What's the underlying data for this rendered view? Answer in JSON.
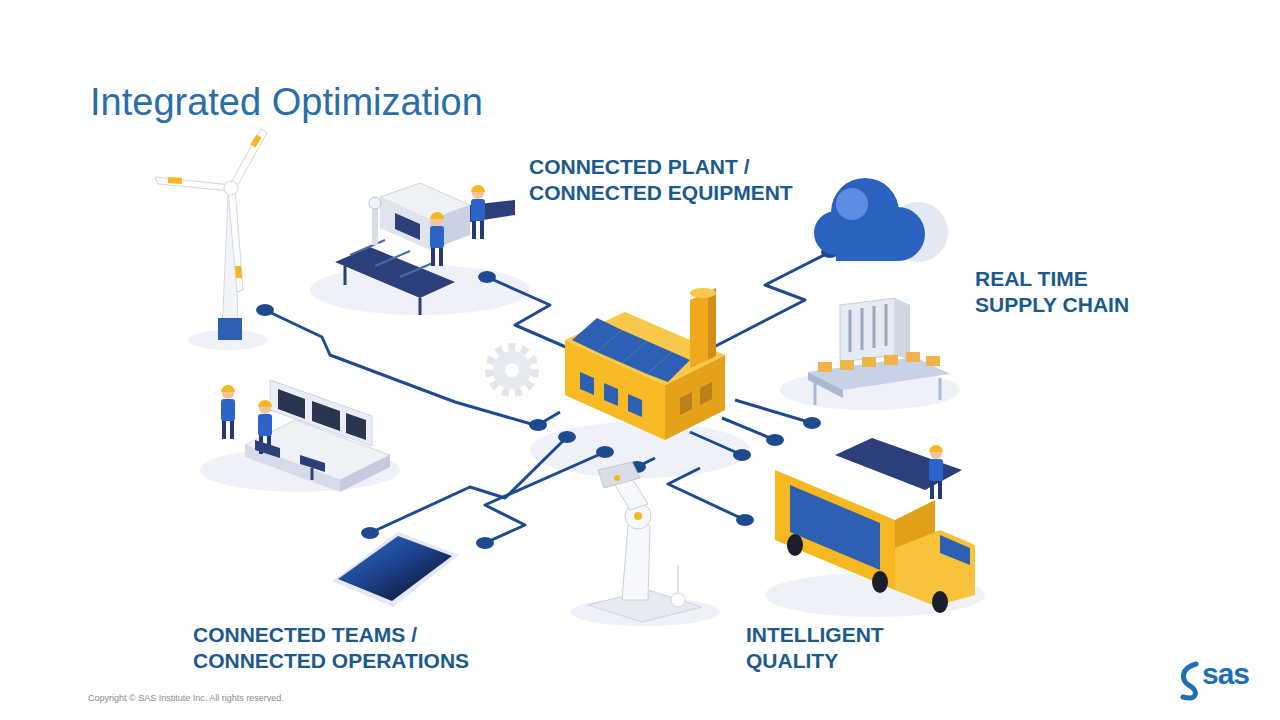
{
  "diagram": {
    "title": "Integrated Optimization",
    "labels": [
      "CONNECTED PLANT / CONNECTED EQUIPMENT",
      "REAL TIME SUPPLY CHAIN",
      "CONNECTED TEAMS / CONNECTED OPERATIONS",
      "INTELLIGENT QUALITY",
      "Copyright © SAS Institute Inc. All rights reserved.",
      "sas"
    ]
  }
}
